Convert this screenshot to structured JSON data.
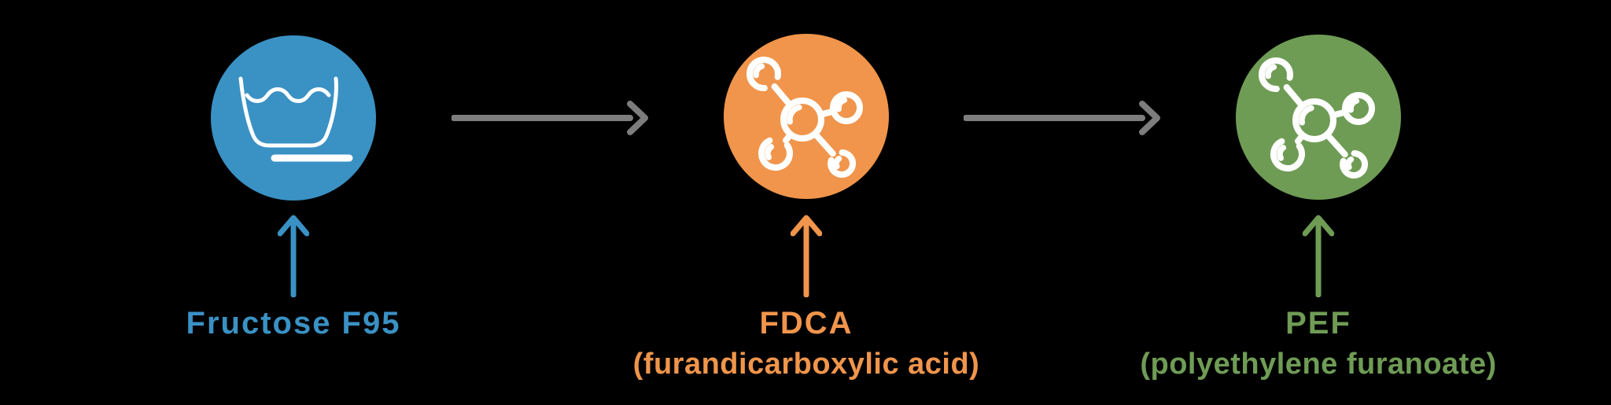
{
  "figure": {
    "type": "process-flow-diagram",
    "background_color": "#000000",
    "flow_arrow_color": "#7d7d7d",
    "icon_stroke_color": "#ffffff",
    "flow": "Fructose F95 -> FDCA -> PEF"
  },
  "stages": [
    {
      "id": "fructose",
      "label": "Fructose F95",
      "sublabel": "",
      "color": "#3a91c4",
      "icon": "wash-basin-icon"
    },
    {
      "id": "fdca",
      "label": "FDCA",
      "sublabel": "(furandicarboxylic acid)",
      "color": "#f0954b",
      "icon": "molecule-icon"
    },
    {
      "id": "pef",
      "label": "PEF",
      "sublabel": "(polyethylene furanoate)",
      "color": "#6f9c55",
      "icon": "molecule-icon"
    }
  ]
}
